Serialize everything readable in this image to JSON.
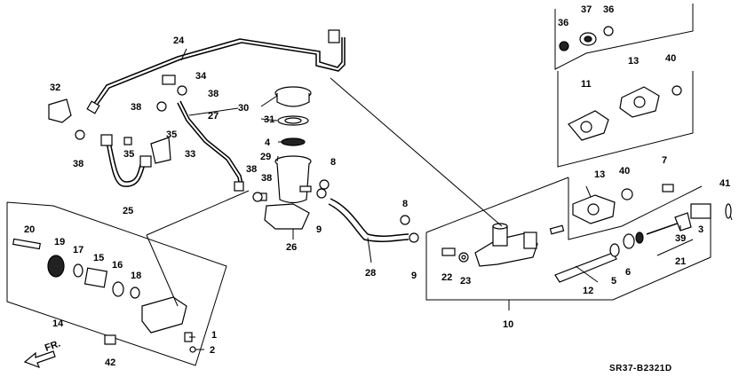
{
  "diagram": {
    "callouts": {
      "c1": "1",
      "c2": "2",
      "c3": "3",
      "c4": "4",
      "c5": "5",
      "c6": "6",
      "c7": "7",
      "c8a": "8",
      "c8b": "8",
      "c9a": "9",
      "c9b": "9",
      "c10": "10",
      "c11": "11",
      "c12": "12",
      "c13a": "13",
      "c13b": "13",
      "c14": "14",
      "c15": "15",
      "c16": "16",
      "c17": "17",
      "c18": "18",
      "c19": "19",
      "c20": "20",
      "c21": "21",
      "c22": "22",
      "c23": "23",
      "c24": "24",
      "c25": "25",
      "c26": "26",
      "c27": "27",
      "c28": "28",
      "c29": "29",
      "c30": "30",
      "c31": "31",
      "c32": "32",
      "c33": "33",
      "c34": "34",
      "c35a": "35",
      "c35b": "35",
      "c36a": "36",
      "c36b": "36",
      "c37": "37",
      "c38a": "38",
      "c38b": "38",
      "c38c": "38",
      "c38d": "38",
      "c38e": "38",
      "c39": "39",
      "c40a": "40",
      "c40b": "40",
      "c41": "41",
      "c42": "42"
    },
    "direction_label": "FR.",
    "diagram_code": "SR37-B2321D"
  }
}
